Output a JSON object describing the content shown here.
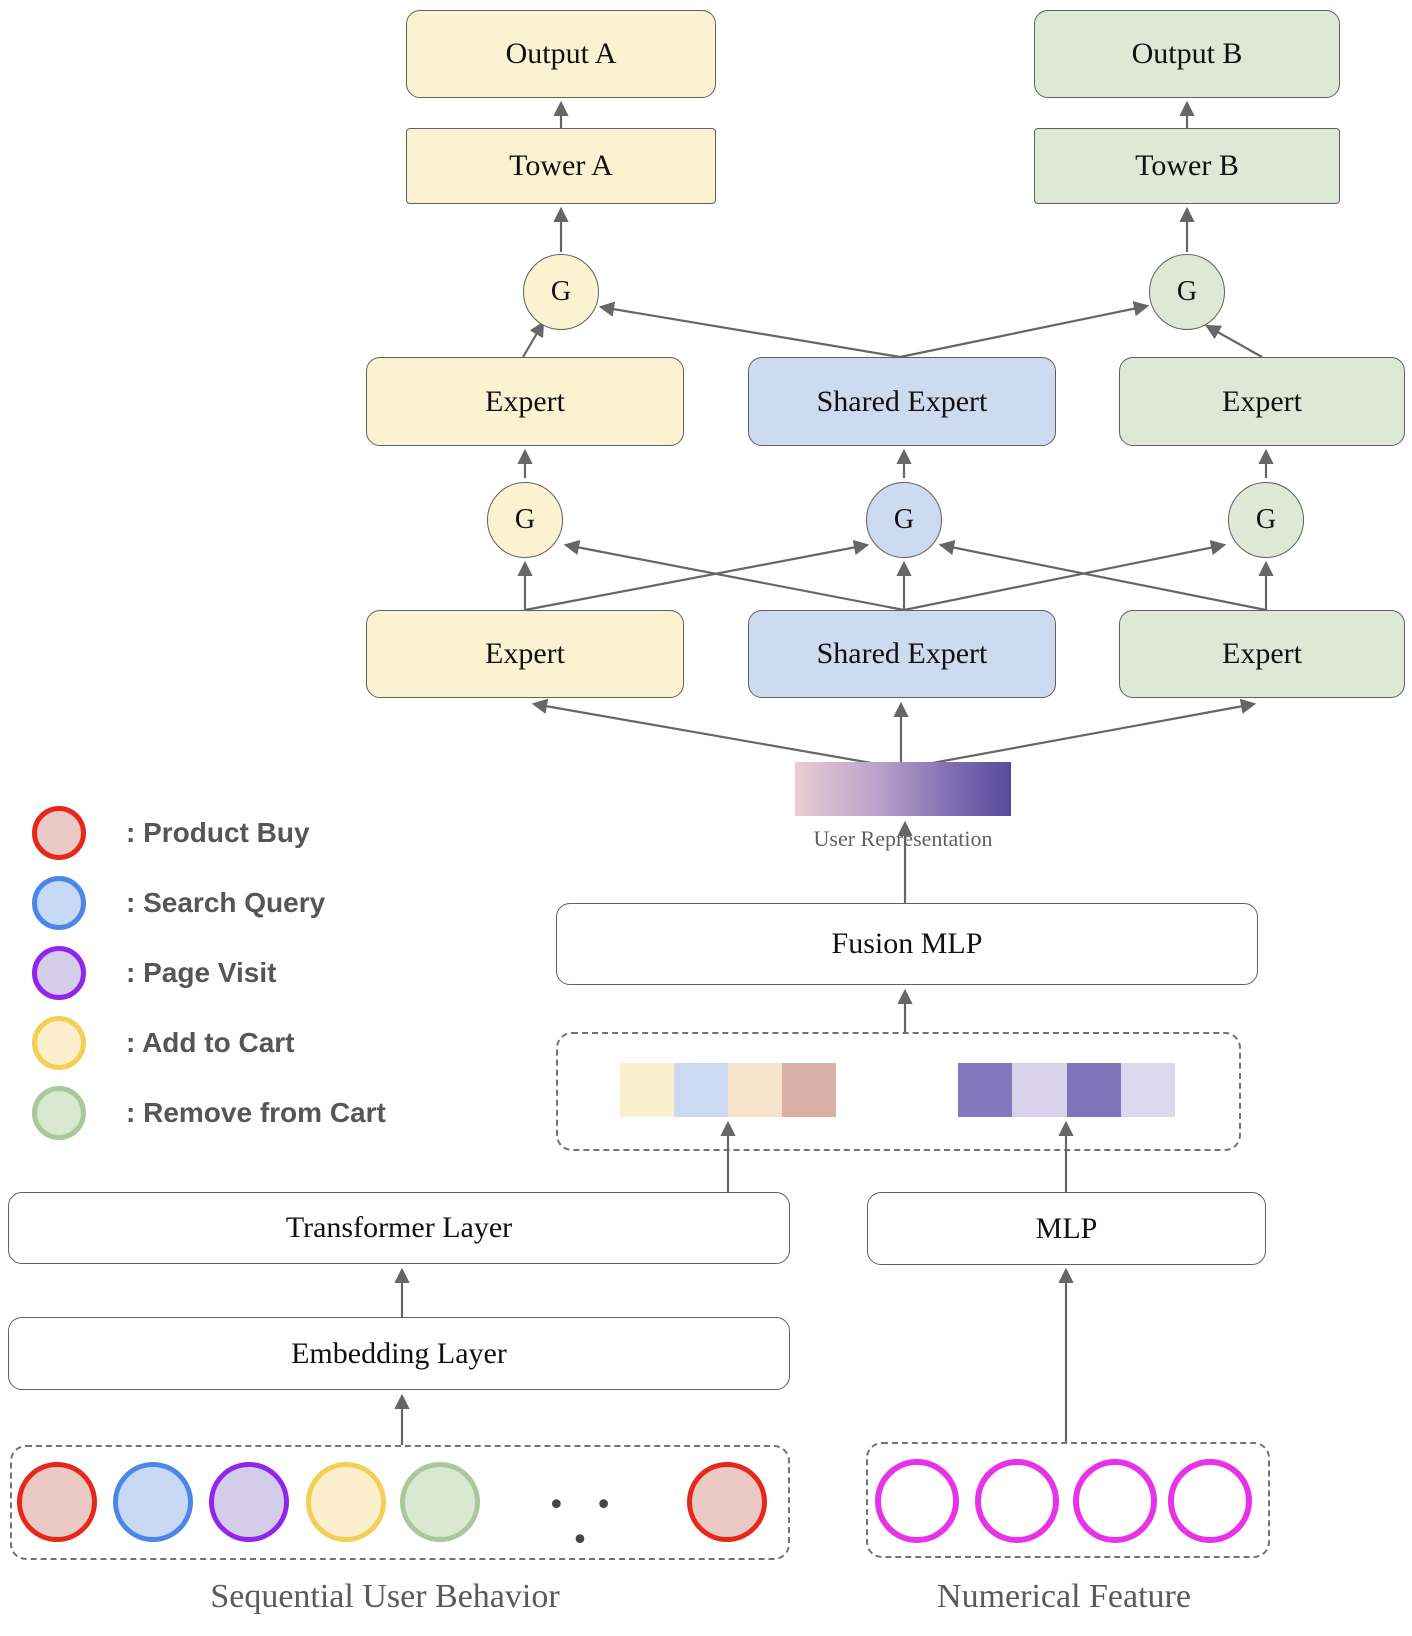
{
  "palette": {
    "task_a_fill": "#FAF2D1",
    "task_b_fill": "#DDE9D5",
    "shared_fill": "#CDDBF0",
    "box_border": "#606060",
    "arrow_gray": "#666666",
    "magenta": "#E832E8",
    "gradient_left": "#E9CED2",
    "gradient_mid": "#9D8ABF",
    "gradient_right": "#584A9E"
  },
  "top": {
    "output_a": "Output A",
    "tower_a": "Tower A",
    "output_b": "Output B",
    "tower_b": "Tower B"
  },
  "gates": {
    "label": "G"
  },
  "experts": {
    "upper": [
      "Expert",
      "Shared Expert",
      "Expert"
    ],
    "lower": [
      "Expert",
      "Shared Expert",
      "Expert"
    ]
  },
  "fusion": {
    "user_representation_label": "User Representation",
    "fusion_mlp": "Fusion MLP"
  },
  "embedding_strips": {
    "behavior": [
      "#FAF0CD",
      "#CBD9F1",
      "#F6E3CB",
      "#D8B0A8"
    ],
    "numerical": [
      "#8377BD",
      "#D8D3EA",
      "#7F73BA",
      "#DCD8EE"
    ]
  },
  "sequential_branch": {
    "transformer": "Transformer Layer",
    "embedding": "Embedding Layer",
    "caption": "Sequential User Behavior",
    "ellipsis": "• • •"
  },
  "numerical_branch": {
    "mlp": "MLP",
    "caption": "Numerical Feature"
  },
  "legend": {
    "items": [
      {
        "label": ": Product Buy",
        "fill": "#EBC9C5",
        "stroke": "#E8271B"
      },
      {
        "label": ": Search Query",
        "fill": "#C8D9F5",
        "stroke": "#4C86E8"
      },
      {
        "label": ": Page Visit",
        "fill": "#D4CDE9",
        "stroke": "#9125EB"
      },
      {
        "label": ": Add to Cart",
        "fill": "#FBF0CB",
        "stroke": "#F5CE55"
      },
      {
        "label": ": Remove from Cart",
        "fill": "#D9E8D1",
        "stroke": "#A9C89B"
      }
    ]
  }
}
